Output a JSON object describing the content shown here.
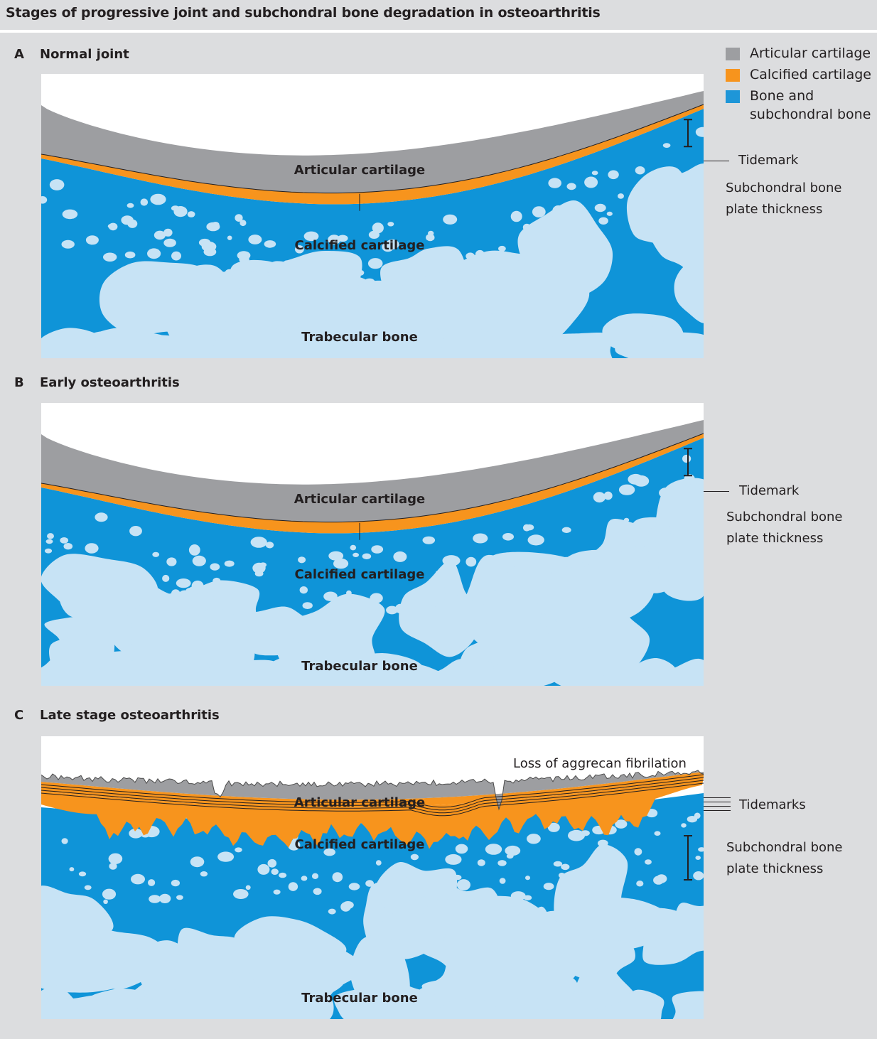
{
  "title": "Stages of progressive joint and subchondral bone degradation in osteoarthritis",
  "legend": [
    {
      "label": "Articular cartilage",
      "color": "#9d9ea1"
    },
    {
      "label": "Calcified cartilage",
      "color": "#f7941d"
    },
    {
      "label": "Bone and subchondral bone",
      "color": "#1e96d8"
    }
  ],
  "colors": {
    "articular_cartilage": "#9d9ea1",
    "calcified_cartilage": "#f7941d",
    "bone": "#0f94d8",
    "marrow": "#c7e3f5",
    "background": "#dcdddf"
  },
  "panels": [
    {
      "letter": "A",
      "title": "Normal joint",
      "labels": {
        "articular": "Articular cartilage",
        "calcified": "Calcified cartilage",
        "trabecular": "Trabecular bone",
        "tidemark": "Tidemark",
        "plate_line1": "Subchondral bone",
        "plate_line2": "plate thickness"
      }
    },
    {
      "letter": "B",
      "title": "Early osteoarthritis",
      "labels": {
        "articular": "Articular cartilage",
        "calcified": "Calcified cartilage",
        "trabecular": "Trabecular bone",
        "tidemark": "Tidemark",
        "plate_line1": "Subchondral bone",
        "plate_line2": "plate thickness"
      }
    },
    {
      "letter": "C",
      "title": "Late stage osteoarthritis",
      "labels": {
        "articular": "Articular cartilage",
        "calcified": "Calcified cartilage",
        "trabecular": "Trabecular bone",
        "tidemark": "Tidemarks",
        "plate_line1": "Subchondral bone",
        "plate_line2": "plate thickness",
        "fibrilation": "Loss of aggrecan fibrilation"
      }
    }
  ]
}
